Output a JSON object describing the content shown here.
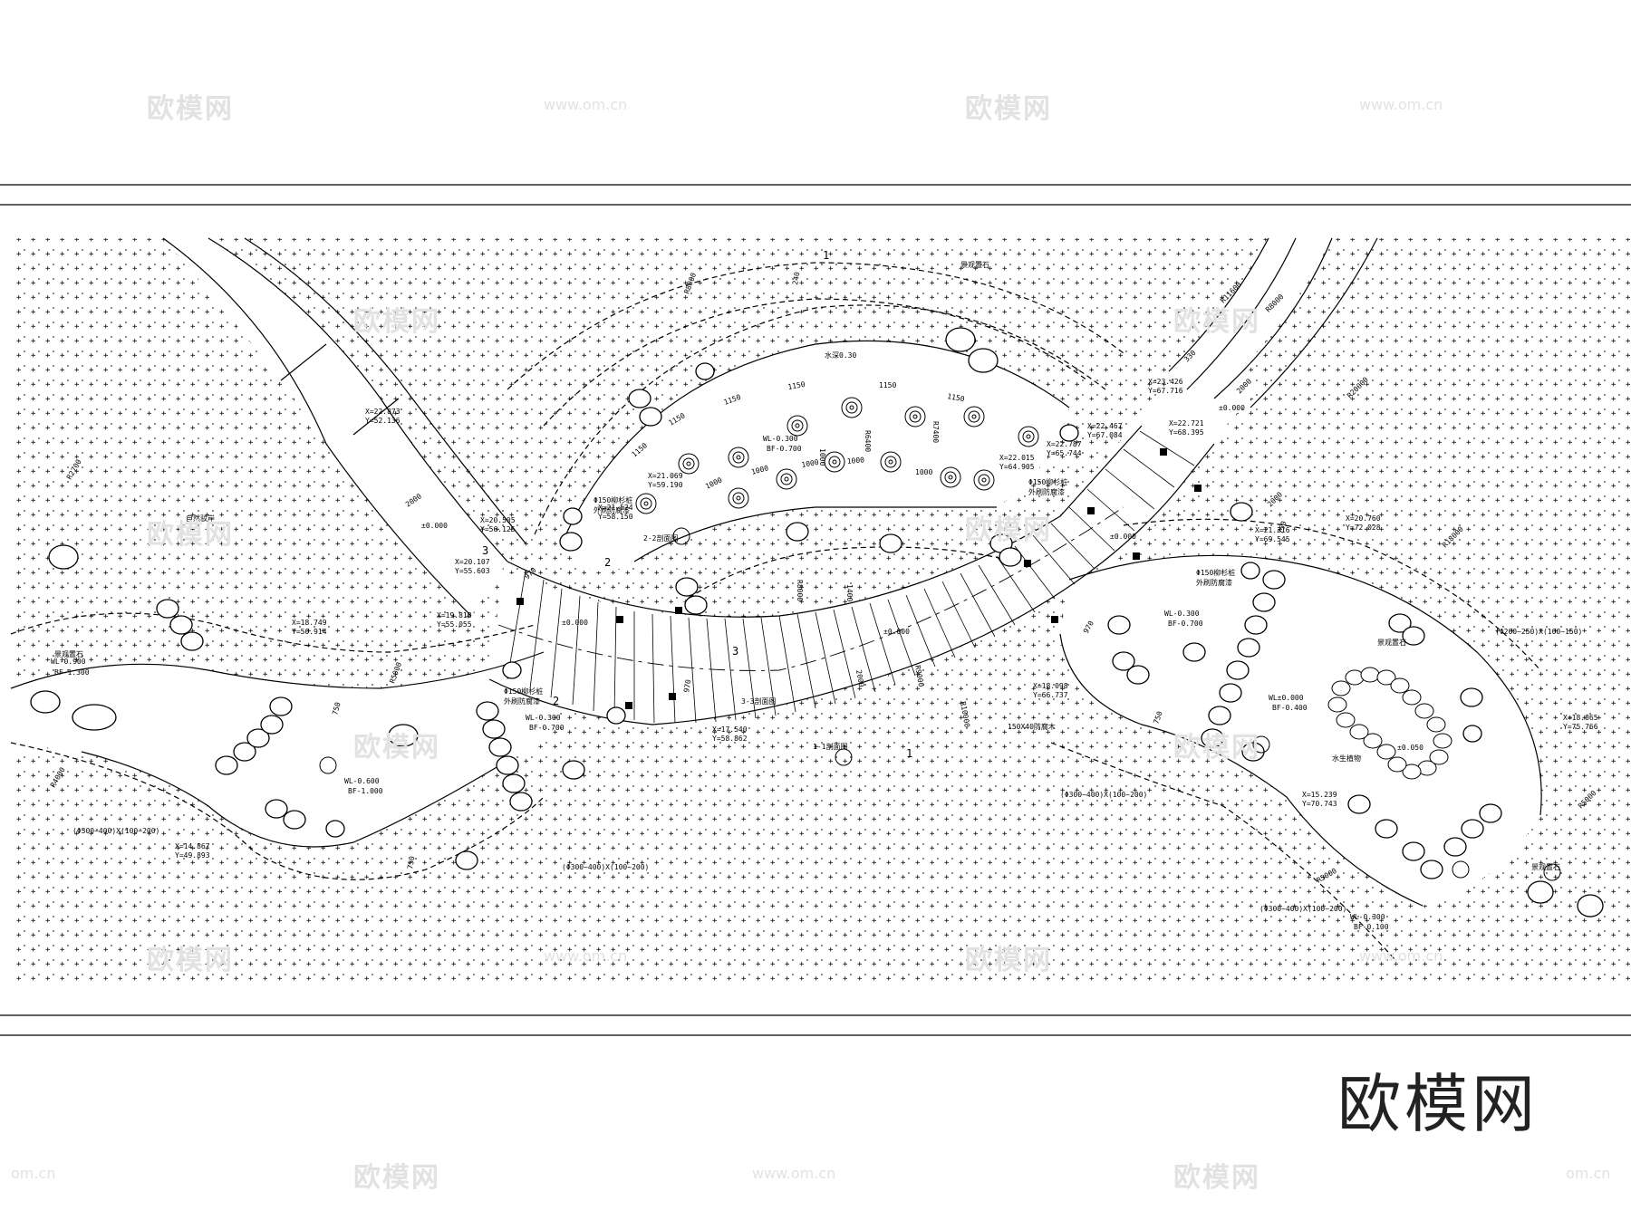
{
  "logo_text": "欧模网",
  "watermark_text": "欧模网",
  "watermark_url": "www.om.cn",
  "watermark_url_short": "om.cn",
  "levels": [
    "±0.000",
    "±0.000",
    "±0.000",
    "±0.000",
    "±0.000",
    "±0.000"
  ],
  "water_levels": [
    {
      "wl": "WL-0.900",
      "bf": "BF-1.300"
    },
    {
      "wl": "WL-0.600",
      "bf": "BF-1.000"
    },
    {
      "wl": "WL-0.300",
      "bf": "BF-0.700"
    },
    {
      "wl": "WL-0.300",
      "bf": "BF-0.700"
    },
    {
      "wl": "WL-0.300",
      "bf": "BF-0.700"
    },
    {
      "wl": "WL±0.000",
      "bf": "BF-0.400"
    },
    {
      "wl": "WL-0.300",
      "bf": "BF-0.100"
    }
  ],
  "coordinates": [
    {
      "x": "X=22.873",
      "y": "Y=52.136"
    },
    {
      "x": "X=20.505",
      "y": "Y=56.125"
    },
    {
      "x": "X=20.107",
      "y": "Y=55.603"
    },
    {
      "x": "X=19.818",
      "y": "Y=55.055"
    },
    {
      "x": "X=18.749",
      "y": "Y=50.914"
    },
    {
      "x": "X=21.524",
      "y": "Y=58.150"
    },
    {
      "x": "X=21.069",
      "y": "Y=59.190"
    },
    {
      "x": "X=22.015",
      "y": "Y=64.905"
    },
    {
      "x": "X=22.787",
      "y": "Y=65.744"
    },
    {
      "x": "X=22.467",
      "y": "Y=67.084"
    },
    {
      "x": "X=23.426",
      "y": "Y=67.716"
    },
    {
      "x": "X=22.721",
      "y": "Y=68.395"
    },
    {
      "x": "X=21.316",
      "y": "Y=69.545"
    },
    {
      "x": "X=20.760",
      "y": "Y=72.028"
    },
    {
      "x": "X=18.098",
      "y": "Y=66.737"
    },
    {
      "x": "X=17.540",
      "y": "Y=58.862"
    },
    {
      "x": "X=14.867",
      "y": "Y=49.893"
    },
    {
      "x": "X=15.239",
      "y": "Y=70.743"
    },
    {
      "x": "X=18.865",
      "y": "Y=75.766"
    }
  ],
  "dims": [
    "2000",
    "2000",
    "2000",
    "2000",
    "1150",
    "1150",
    "1150",
    "1150",
    "1150",
    "1150",
    "1000",
    "1000",
    "1000",
    "1000",
    "1000",
    "1000",
    "R6400",
    "R7400",
    "R8000",
    "R8000",
    "R8000",
    "R9000",
    "R10000",
    "R11600",
    "R20000",
    "R18000",
    "R5000",
    "R5000",
    "R2700",
    "R4000",
    "R5000",
    "750",
    "750",
    "750",
    "750",
    "970",
    "970",
    "970",
    "1400",
    "240",
    "330"
  ],
  "labels": {
    "pile": "Φ150柳杉桩",
    "pile_note": "外刷防腐漆",
    "stone_note": "(Φ300~400)X(100~200)",
    "stone_note2": "(Φ200~250)X(100~150)",
    "stone_type": "景观置石",
    "bridge_plank": "150X40防腐木",
    "depth_note": "水深0.30",
    "bottom_note": "自然驳岸",
    "zero": "±0.050",
    "plant_note": "水生植物"
  },
  "sections": [
    "1",
    "1",
    "2",
    "2",
    "3",
    "3",
    "1-1剖面图",
    "2-2剖面图",
    "3-3剖面图"
  ]
}
